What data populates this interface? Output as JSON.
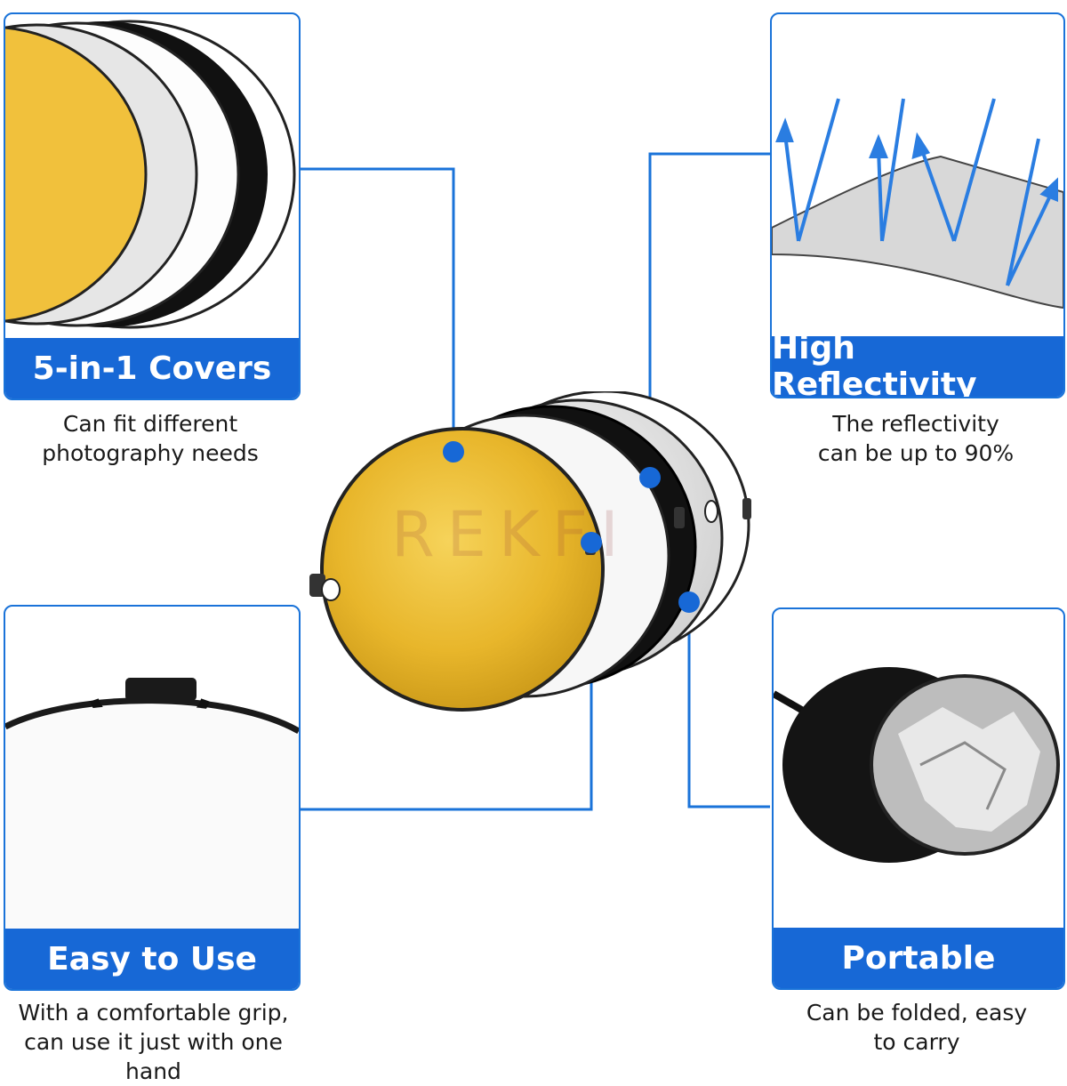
{
  "features": [
    {
      "title": "5-in-1 Covers",
      "caption": [
        "Can fit different",
        "photography needs"
      ]
    },
    {
      "title": "High Reflectivity",
      "caption": [
        "The reflectivity",
        "can be up to 90%"
      ]
    },
    {
      "title": "Easy to Use",
      "caption": [
        "With a comfortable grip,",
        "can use it just with one hand"
      ]
    },
    {
      "title": "Portable",
      "caption": [
        "Can be folded, easy",
        "to carry"
      ]
    }
  ],
  "watermark": "REKFI",
  "colors": {
    "accent": "#1768d6",
    "gold": "#e7b528",
    "connector": "#1a73d9"
  }
}
